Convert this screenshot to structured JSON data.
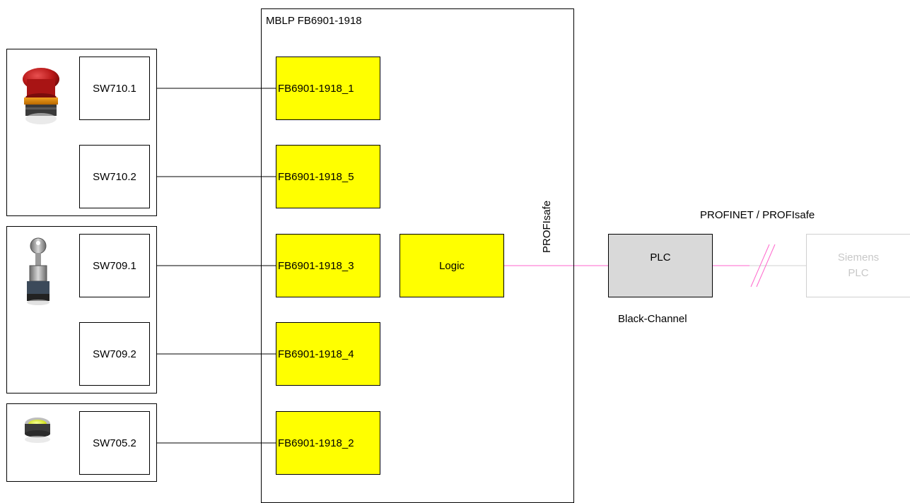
{
  "module": {
    "title": "MBLP FB6901-1918"
  },
  "switches": [
    {
      "label": "SW710.1"
    },
    {
      "label": "SW710.2"
    },
    {
      "label": "SW709.1"
    },
    {
      "label": "SW709.2"
    },
    {
      "label": "SW705.2"
    }
  ],
  "function_blocks": [
    {
      "label": "FB6901-1918_1"
    },
    {
      "label": "FB6901-1918_5"
    },
    {
      "label": "FB6901-1918_3"
    },
    {
      "label": "FB6901-1918_4"
    },
    {
      "label": "FB6901-1918_2"
    }
  ],
  "logic": {
    "label": "Logic"
  },
  "profisafe_label": "PROFIsafe",
  "network_label": "PROFINET / PROFIsafe",
  "plc": {
    "label": "PLC"
  },
  "black_channel_label": "Black-Channel",
  "siemens_plc": {
    "line1": "Siemens",
    "line2": "PLC"
  },
  "icons": [
    "emergency-stop-button-icon",
    "key-switch-icon",
    "illuminated-push-button-icon"
  ],
  "colors": {
    "function_block_fill": "#ffff00",
    "plc_fill": "#d9d9d9",
    "profisafe_line": "#ff66cc",
    "siemens_faded": "#c8c8c8"
  }
}
